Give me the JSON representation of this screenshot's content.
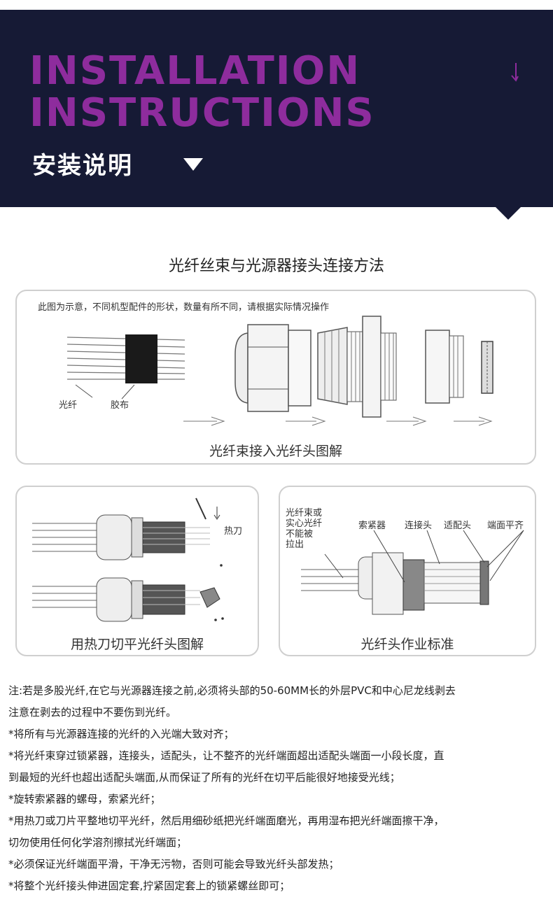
{
  "header": {
    "title_en_line1": "INSTALLATION",
    "title_en_line2": "INSTRUCTIONS",
    "title_cn": "安装说明",
    "accent_color": "#8e2c9d",
    "background_color": "#161a35"
  },
  "section_title": "光纤丝束与光源器接头连接方法",
  "diagram_top": {
    "note": "此图为示意，不同机型配件的形状，数量有所不同，请根据实际情况操作",
    "label_fiber": "光纤",
    "label_tape": "胶布",
    "caption": "光纤束接入光纤头图解"
  },
  "diagram_left": {
    "label_knife": "热刀",
    "caption": "用热刀切平光纤头图解"
  },
  "diagram_right": {
    "label_bundle_1": "光纤束或",
    "label_bundle_2": "实心光纤",
    "label_bundle_3": "不能被",
    "label_bundle_4": "拉出",
    "label_locker": "索紧器",
    "label_connector": "连接头",
    "label_adapter": "适配头",
    "label_flush": "端面平齐",
    "caption": "光纤头作业标准"
  },
  "notes": [
    "注:若是多股光纤,在它与光源器连接之前,必须将头部的50-60MM长的外层PVC和中心尼龙线剥去",
    "注意在剥去的过程中不要伤到光纤。",
    "*将所有与光源器连接的光纤的入光端大致对齐；",
    "*将光纤束穿过锁紧器，连接头，适配头，让不整齐的光纤端面超出适配头端面一小段长度，直",
    "到最短的光纤也超出适配头端面,从而保证了所有的光纤在切平后能很好地接受光线；",
    "*旋转索紧器的螺母，索紧光纤；",
    "*用热刀或刀片平整地切平光纤，然后用细砂纸把光纤端面磨光，再用湿布把光纤端面擦干净，",
    "切勿使用任何化学溶剂擦拭光纤端面；",
    "*必须保证光纤端面平滑，干净无污物，否则可能会导致光纤头部发热；",
    "*将整个光纤接头伸进固定套,拧紧固定套上的锁紧螺丝即可；"
  ]
}
